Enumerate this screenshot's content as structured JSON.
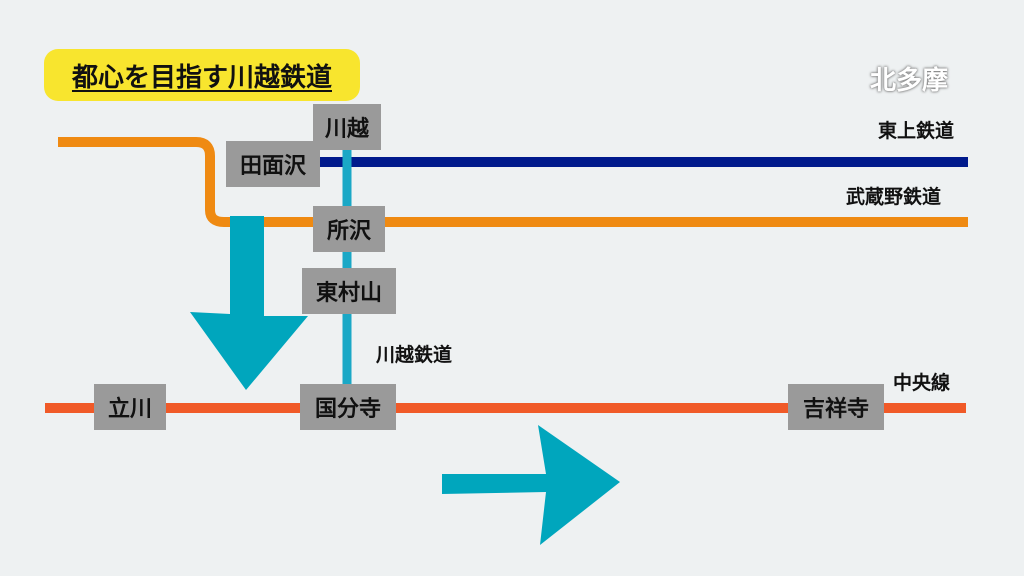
{
  "title": "都心を目指す川越鉄道",
  "region": "北多摩",
  "colors": {
    "background": "#eef1f2",
    "musashino": "#ef8a12",
    "tojo": "#001a8c",
    "kawagoe": "#1aa8c6",
    "chuo": "#f05a28",
    "arrow": "#00a6bd",
    "station_box": "#9a9a9a",
    "title_box": "#f8e52e"
  },
  "lines": {
    "tojo": "東上鉄道",
    "musashino": "武蔵野鉄道",
    "kawagoe": "川越鉄道",
    "chuo": "中央線"
  },
  "stations": {
    "kawagoe": "川越",
    "tamozawa": "田面沢",
    "tokorozawa": "所沢",
    "higashimurayama": "東村山",
    "kokubunji": "国分寺",
    "tachikawa": "立川",
    "kichijoji": "吉祥寺"
  },
  "arrows": [
    "down-arrow",
    "right-arrow"
  ]
}
